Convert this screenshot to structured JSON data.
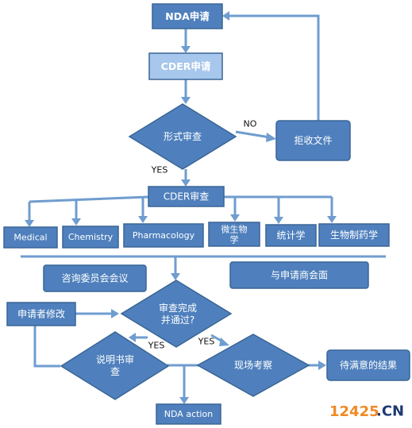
{
  "nodes": {
    "nda_apply": "NDA申请",
    "cder_apply": "CDER申请",
    "formal_review": "形式审查",
    "reject": "拒收文件",
    "cder_review": "CDER审查",
    "medical": "Medical",
    "chemistry": "Chemistry",
    "pharmacology": "Pharmacology",
    "microbiology_line1": "微生物",
    "microbiology_line2": "学",
    "statistics": "统计学",
    "biopharm": "生物制药学",
    "advisory": "咨询委员会会议",
    "sponsor_meeting": "与申请商会面",
    "review_done_line1": "审查完成",
    "review_done_line2": "并通过?",
    "applicant_revise": "申请者修改",
    "label_review_line1": "说明书审",
    "label_review_line2": "查",
    "site_inspection": "现场考察",
    "pending_result": "待满意的结果",
    "nda_action": "NDA action"
  },
  "edge_labels": {
    "no": "NO",
    "yes_formal": "YES",
    "yes_review_left": "YES",
    "yes_review_right": "YES"
  },
  "watermark": {
    "number": "12425",
    "suffix": ".CN"
  },
  "colors": {
    "node_fill": "#4f80bd",
    "node_light_fill": "#a7c7ec",
    "edge": "#6f9dcf",
    "watermark_orange": "#f08a24",
    "watermark_dark": "#1f3a73"
  }
}
